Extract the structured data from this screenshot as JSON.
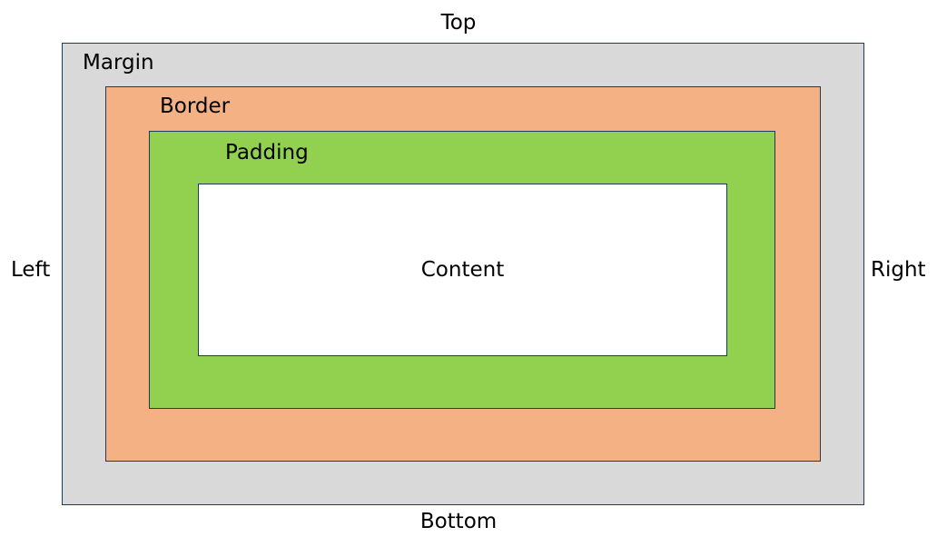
{
  "sides": {
    "top": "Top",
    "bottom": "Bottom",
    "left": "Left",
    "right": "Right"
  },
  "layers": {
    "margin": "Margin",
    "border": "Border",
    "padding": "Padding",
    "content": "Content"
  },
  "colors": {
    "margin": "#d9d9d9",
    "border": "#f4b183",
    "padding": "#92d050",
    "content": "#ffffff",
    "outline": "#1f3a5f"
  }
}
